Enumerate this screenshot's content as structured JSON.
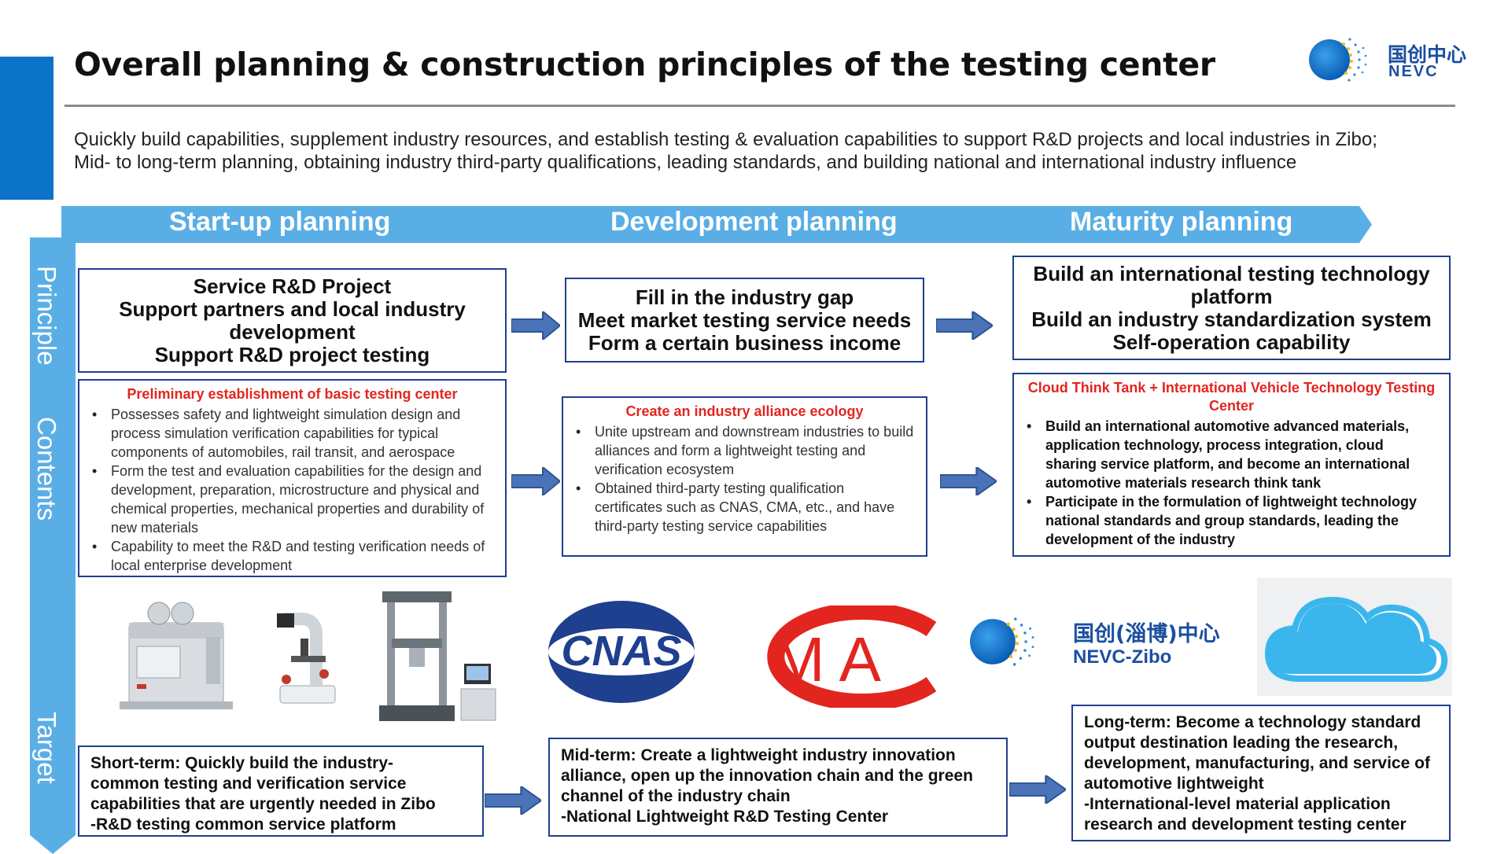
{
  "slide": {
    "title": "Overall planning & construction principles of the testing center",
    "intro_lines": [
      "Quickly build capabilities, supplement industry resources, and establish testing & evaluation capabilities to support R&D projects and local industries in Zibo;",
      "Mid- to long-term planning, obtaining industry third-party qualifications, leading standards, and building national and international industry influence"
    ]
  },
  "logo": {
    "cn": "国创中心",
    "en": "NEVC"
  },
  "phases": [
    "Start-up planning",
    "Development planning",
    "Maturity planning"
  ],
  "rows": [
    "Principle",
    "Contents",
    "Target"
  ],
  "principle": [
    {
      "lines": [
        "Service R&D Project",
        "Support partners and local industry development",
        "Support R&D project testing"
      ]
    },
    {
      "lines": [
        "Fill in the industry gap",
        "Meet market testing service needs",
        "Form a certain business income"
      ]
    },
    {
      "lines": [
        "Build an international testing technology platform",
        "Build an industry standardization system",
        "Self-operation capability"
      ]
    }
  ],
  "contents": [
    {
      "title": "Preliminary establishment of basic testing center",
      "bullets": [
        "Possesses safety and lightweight simulation design and process simulation verification capabilities for typical components of automobiles, rail transit, and aerospace",
        "Form the test and evaluation capabilities for the design and development, preparation, microstructure and physical and chemical properties, mechanical properties and durability of new materials",
        "Capability to meet the R&D and testing verification needs of local enterprise development"
      ]
    },
    {
      "title": "Create an industry alliance ecology",
      "bullets": [
        "Unite upstream and downstream industries to build alliances and form a lightweight testing and verification ecosystem",
        "Obtained third-party testing qualification certificates such as CNAS, CMA, etc., and have third-party testing service capabilities"
      ]
    },
    {
      "title": "Cloud Think Tank + International Vehicle Technology Testing Center",
      "bullets": [
        "Build an international automotive advanced materials, application technology, process integration, cloud sharing service platform, and become an international automotive materials research think tank",
        "Participate in the formulation of lightweight technology national standards and group standards, leading the development of the industry"
      ]
    }
  ],
  "images": {
    "cnas_text": "CNAS",
    "cma_text": "MA",
    "nevc_zibo_cn": "国创(淄博)中心",
    "nevc_zibo_en": "NEVC-Zibo"
  },
  "targets": [
    {
      "lines": [
        "Short-term: Quickly build the industry-",
        "common testing and verification service",
        "capabilities that are urgently needed in Zibo",
        "-R&D testing common service platform"
      ]
    },
    {
      "lines": [
        "Mid-term: Create a lightweight industry innovation",
        "alliance, open up the innovation chain and the green",
        "channel of the industry chain",
        "-National Lightweight R&D Testing Center"
      ]
    },
    {
      "lines": [
        "Long-term: Become a technology standard",
        "output destination leading the research,",
        "development, manufacturing, and service of",
        "automotive lightweight",
        "-International-level material application",
        "research and development testing center"
      ]
    }
  ],
  "colors": {
    "accent_blue": "#0b73c8",
    "band_blue": "#5aaee6",
    "box_border": "#1f3f8f",
    "red": "#e3251f",
    "arrow": "#4a73b8"
  }
}
